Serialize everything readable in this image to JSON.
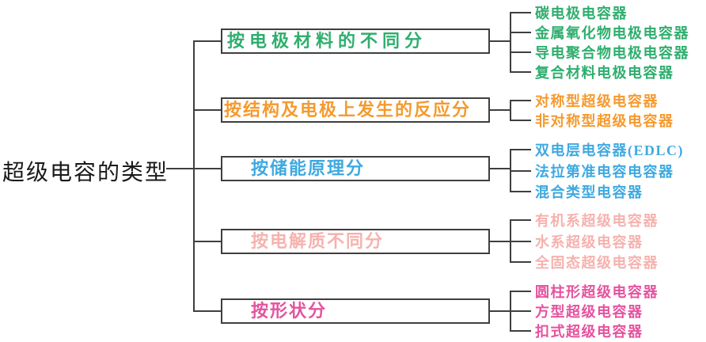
{
  "diagram": {
    "root_label": "超级电容的类型",
    "line_color": "#3f3f3f",
    "branches": [
      {
        "label": "按电极材料的不同分",
        "color": "#2fae6e",
        "leaves": [
          "碳电极电容器",
          "金属氧化物电极电容器",
          "导电聚合物电极电容器",
          "复合材料电极电容器"
        ]
      },
      {
        "label": "按结构及电极上发生的反应分",
        "color": "#f59a2e",
        "leaves": [
          "对称型超级电容器",
          "非对称型超级电容器"
        ]
      },
      {
        "label": "按储能原理分",
        "color": "#3fa9e0",
        "leaves": [
          "双电层电容器(EDLC)",
          "法拉第准电容电容器",
          "混合类型电容器"
        ]
      },
      {
        "label": "按电解质不同分",
        "color": "#f6b2ae",
        "leaves": [
          "有机系超级电容器",
          "水系超级电容器",
          "全固态超级电容器"
        ]
      },
      {
        "label": "按形状分",
        "color": "#e5539f",
        "leaves": [
          "圆柱形超级电容器",
          "方型超级电容器",
          "扣式超级电容器"
        ]
      }
    ]
  }
}
